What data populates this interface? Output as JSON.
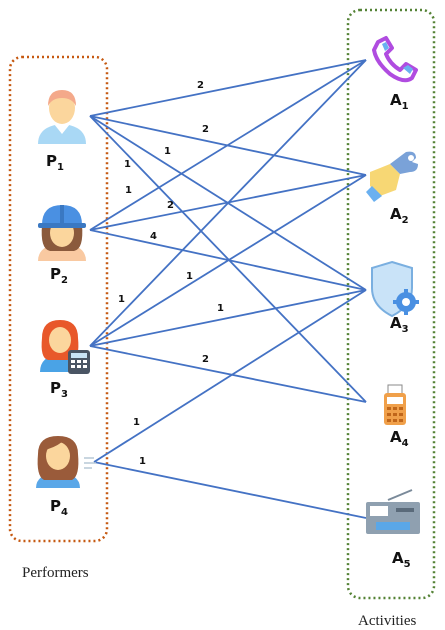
{
  "groups": {
    "performers_label": "Performers",
    "activities_label": "Activities"
  },
  "colors": {
    "performers_border": "#c65911",
    "activities_border": "#548235",
    "edge": "#4472c4"
  },
  "performers": [
    {
      "id": "P1",
      "letter": "P",
      "sub": "1",
      "icon": "man-avatar-icon"
    },
    {
      "id": "P2",
      "letter": "P",
      "sub": "2",
      "icon": "construction-worker-icon"
    },
    {
      "id": "P3",
      "letter": "P",
      "sub": "3",
      "icon": "accountant-calculator-icon"
    },
    {
      "id": "P4",
      "letter": "P",
      "sub": "4",
      "icon": "woman-running-icon"
    }
  ],
  "activities": [
    {
      "id": "A1",
      "letter": "A",
      "sub": "1",
      "icon": "phone-icon"
    },
    {
      "id": "A2",
      "letter": "A",
      "sub": "2",
      "icon": "wrench-hand-icon"
    },
    {
      "id": "A3",
      "letter": "A",
      "sub": "3",
      "icon": "shield-gear-icon"
    },
    {
      "id": "A4",
      "letter": "A",
      "sub": "4",
      "icon": "card-terminal-icon"
    },
    {
      "id": "A5",
      "letter": "A",
      "sub": "5",
      "icon": "printer-icon"
    }
  ],
  "edges": [
    {
      "from": "P1",
      "to": "A1",
      "weight": "2"
    },
    {
      "from": "P1",
      "to": "A2",
      "weight": "2"
    },
    {
      "from": "P1",
      "to": "A3",
      "weight": "1"
    },
    {
      "from": "P1",
      "to": "A4",
      "weight": "1"
    },
    {
      "from": "P2",
      "to": "A1",
      "weight": "1"
    },
    {
      "from": "P2",
      "to": "A2",
      "weight": "2"
    },
    {
      "from": "P2",
      "to": "A3",
      "weight": "4"
    },
    {
      "from": "P3",
      "to": "A1",
      "weight": "1"
    },
    {
      "from": "P3",
      "to": "A2",
      "weight": "1"
    },
    {
      "from": "P3",
      "to": "A3",
      "weight": "1"
    },
    {
      "from": "P3",
      "to": "A4",
      "weight": "2"
    },
    {
      "from": "P4",
      "to": "A3",
      "weight": "1"
    },
    {
      "from": "P4",
      "to": "A5",
      "weight": "1"
    }
  ]
}
